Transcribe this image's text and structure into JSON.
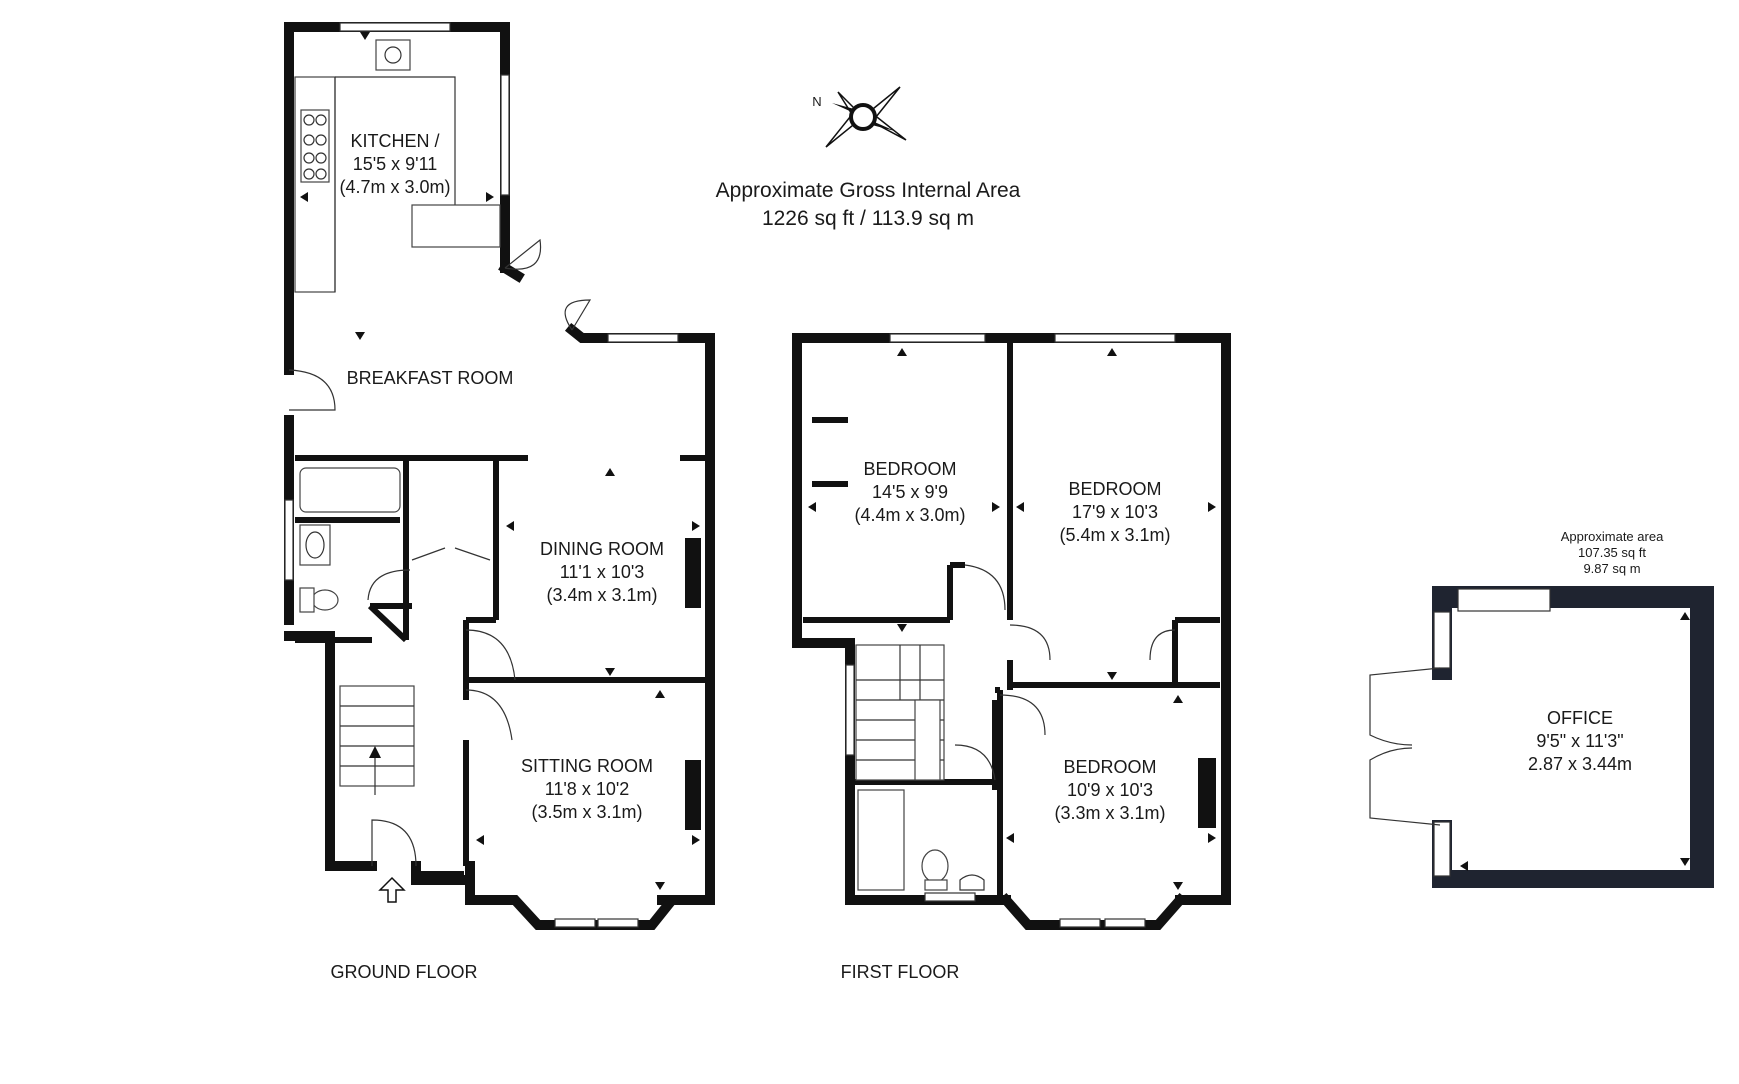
{
  "compass": {
    "north_label": "N"
  },
  "gross_area": {
    "title": "Approximate Gross Internal Area",
    "value": "1226 sq ft / 113.9 sq m"
  },
  "ground_floor": {
    "label": "GROUND FLOOR",
    "kitchen": {
      "name": "KITCHEN /",
      "imperial": "15'5 x 9'11",
      "metric": "(4.7m x 3.0m)"
    },
    "breakfast": {
      "name": "BREAKFAST ROOM"
    },
    "dining": {
      "name": "DINING ROOM",
      "imperial": "11'1 x 10'3",
      "metric": "(3.4m x 3.1m)"
    },
    "sitting": {
      "name": "SITTING ROOM",
      "imperial": "11'8 x 10'2",
      "metric": "(3.5m x 3.1m)"
    }
  },
  "first_floor": {
    "label": "FIRST FLOOR",
    "bedroom1": {
      "name": "BEDROOM",
      "imperial": "14'5 x 9'9",
      "metric": "(4.4m x 3.0m)"
    },
    "bedroom2": {
      "name": "BEDROOM",
      "imperial": "17'9 x 10'3",
      "metric": "(5.4m x 3.1m)"
    },
    "bedroom3": {
      "name": "BEDROOM",
      "imperial": "10'9 x 10'3",
      "metric": "(3.3m x 3.1m)"
    }
  },
  "office": {
    "area_title": "Approximate area",
    "area_sqft": "107.35 sq ft",
    "area_sqm": "9.87 sq m",
    "name": "OFFICE",
    "imperial": "9'5\" x 11'3\"",
    "metric": "2.87 x 3.44m",
    "color": "#1f2430"
  }
}
